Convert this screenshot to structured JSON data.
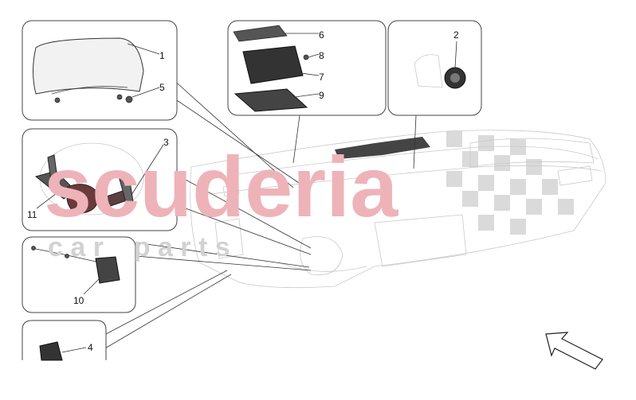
{
  "watermark": {
    "brand": "scuderia",
    "subtitle": "c a r    p a r t s",
    "color": "#e8a0a6"
  },
  "callouts": [
    {
      "id": "1",
      "label": "1"
    },
    {
      "id": "2",
      "label": "2"
    },
    {
      "id": "3",
      "label": "3"
    },
    {
      "id": "4",
      "label": "4"
    },
    {
      "id": "5",
      "label": "5"
    },
    {
      "id": "6",
      "label": "6"
    },
    {
      "id": "7",
      "label": "7"
    },
    {
      "id": "8",
      "label": "8"
    },
    {
      "id": "9",
      "label": "9"
    },
    {
      "id": "10",
      "label": "10"
    },
    {
      "id": "11",
      "label": "11"
    }
  ],
  "icons": {
    "direction_arrow": "arrow-up-left-outline-icon"
  }
}
